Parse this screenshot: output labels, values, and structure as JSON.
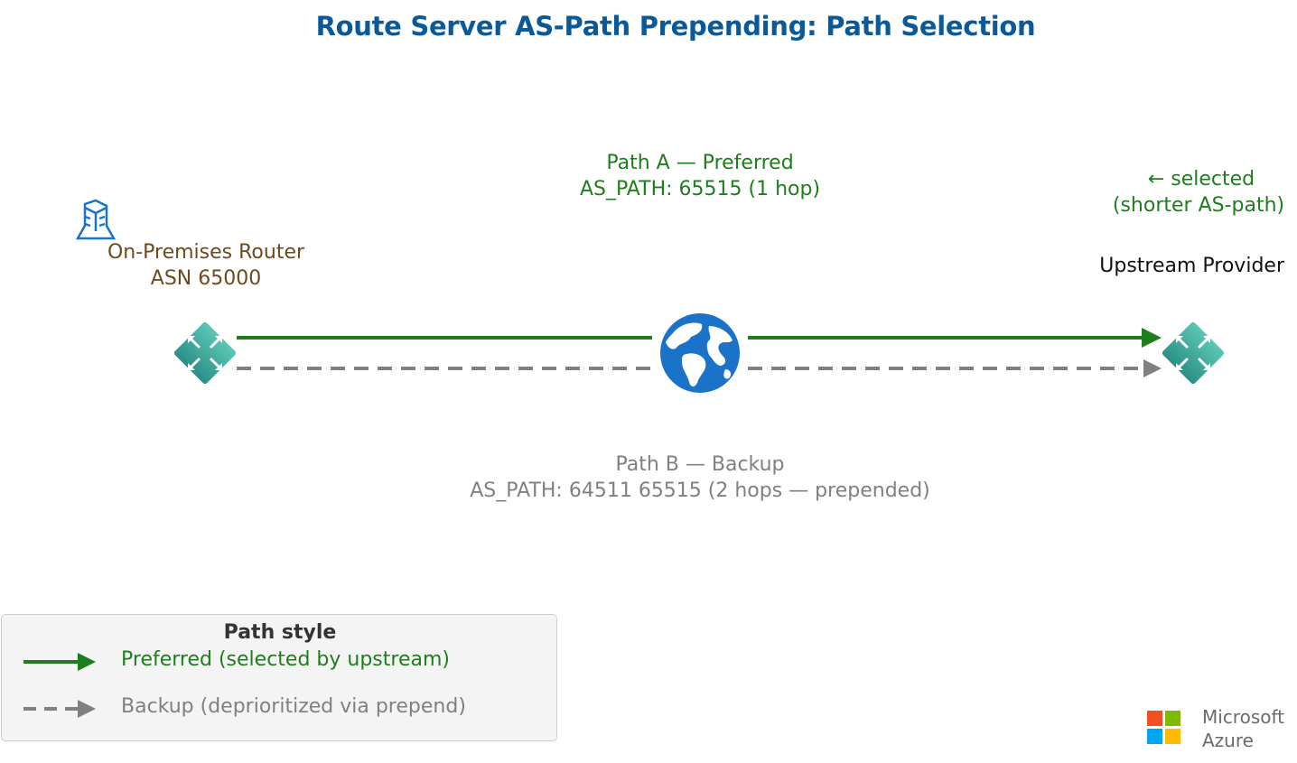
{
  "title": "Route Server AS-Path Prepending: Path Selection",
  "path_a": {
    "line1": "Path A — Preferred",
    "line2": "AS_PATH: 65515  (1 hop)"
  },
  "path_b": {
    "line1": "Path B — Backup",
    "line2": "AS_PATH: 64511 65515  (2 hops — prepended)"
  },
  "selected_note": {
    "line1": "← selected",
    "line2": "(shorter AS-path)"
  },
  "on_prem": {
    "name": "On-Premises Router",
    "asn": "ASN 65000",
    "icon": "building-icon"
  },
  "upstream": {
    "name": "Upstream Provider",
    "icon": "router-icon"
  },
  "hub": {
    "icon": "globe-icon"
  },
  "legend": {
    "title": "Path style",
    "preferred": "Preferred (selected by upstream)",
    "backup": "Backup (deprioritized via prepend)"
  },
  "brand": {
    "line1": "Microsoft",
    "line2": "Azure"
  },
  "colors": {
    "title": "#0a5a9a",
    "preferred": "#1e7e1e",
    "backup": "#808080",
    "on_prem_label": "#6e4a1e",
    "router": "#3aa59a",
    "globe": "#1a73c8"
  }
}
